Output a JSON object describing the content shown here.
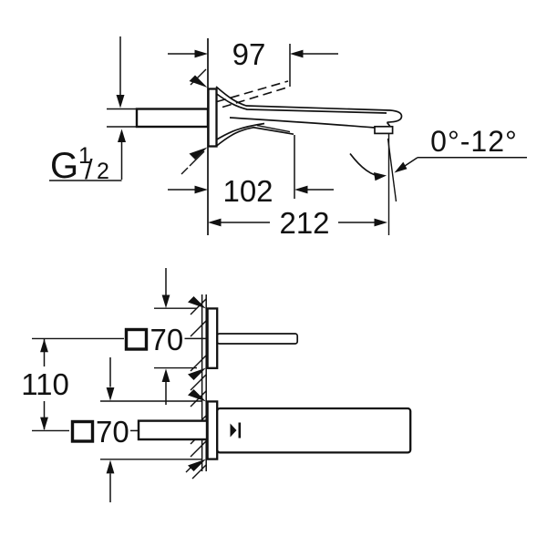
{
  "diagram": {
    "background": "#ffffff",
    "line_color": "#111111",
    "side_view": {
      "dimensions": {
        "projection_top": "97",
        "projection_mid": "102",
        "projection_total": "212"
      },
      "thread_label": {
        "prefix": "G",
        "numerator": "1",
        "slash": "/",
        "denominator": "2"
      },
      "spout_angle_range": "0°-12°"
    },
    "top_view": {
      "dimensions": {
        "center_distance": "110",
        "plate_top": "70",
        "plate_bottom": "70"
      }
    },
    "icons": {
      "plate_top_square": "square-outline-symbol",
      "plate_bottom_square": "square-outline-symbol",
      "spout_flow_mark": "triangle-bar-mark"
    }
  }
}
